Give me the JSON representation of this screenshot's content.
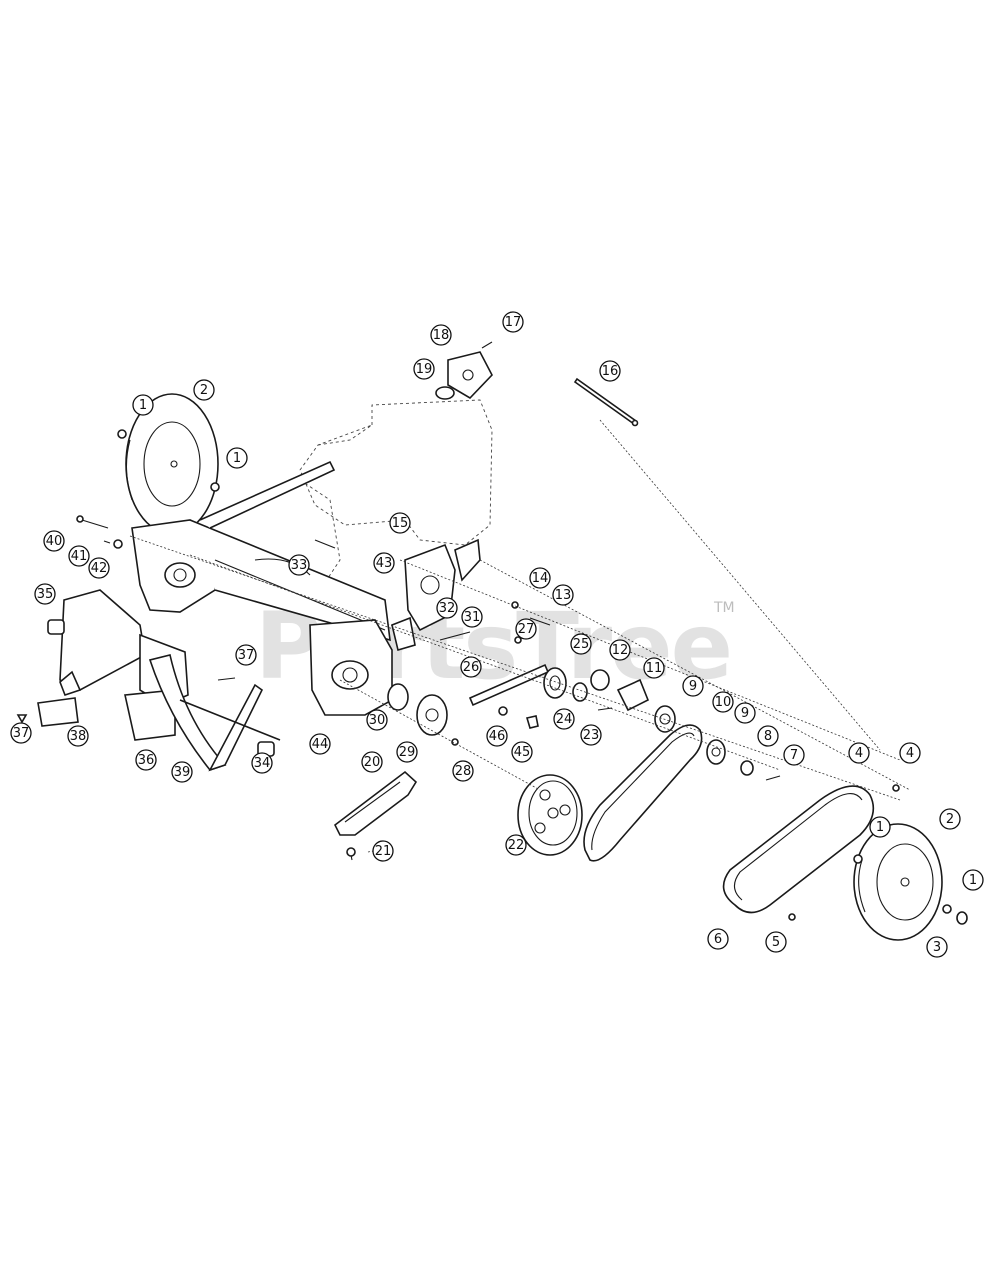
{
  "watermark": {
    "text": "PartsTree",
    "tm": "TM"
  },
  "callouts": [
    {
      "label": "1"
    },
    {
      "label": "2"
    },
    {
      "label": "1"
    },
    {
      "label": "40"
    },
    {
      "label": "41"
    },
    {
      "label": "42"
    },
    {
      "label": "35"
    },
    {
      "label": "37"
    },
    {
      "label": "38"
    },
    {
      "label": "36"
    },
    {
      "label": "39"
    },
    {
      "label": "34"
    },
    {
      "label": "37"
    },
    {
      "label": "33"
    },
    {
      "label": "43"
    },
    {
      "label": "15"
    },
    {
      "label": "32"
    },
    {
      "label": "31"
    },
    {
      "label": "44"
    },
    {
      "label": "30"
    },
    {
      "label": "29"
    },
    {
      "label": "28"
    },
    {
      "label": "18"
    },
    {
      "label": "17"
    },
    {
      "label": "19"
    },
    {
      "label": "16"
    },
    {
      "label": "14"
    },
    {
      "label": "13"
    },
    {
      "label": "27"
    },
    {
      "label": "26"
    },
    {
      "label": "25"
    },
    {
      "label": "24"
    },
    {
      "label": "23"
    },
    {
      "label": "12"
    },
    {
      "label": "11"
    },
    {
      "label": "46"
    },
    {
      "label": "45"
    },
    {
      "label": "9"
    },
    {
      "label": "10"
    },
    {
      "label": "9"
    },
    {
      "label": "8"
    },
    {
      "label": "7"
    },
    {
      "label": "4"
    },
    {
      "label": "4"
    },
    {
      "label": "20"
    },
    {
      "label": "21"
    },
    {
      "label": "22"
    },
    {
      "label": "1"
    },
    {
      "label": "2"
    },
    {
      "label": "1"
    },
    {
      "label": "3"
    },
    {
      "label": "6"
    },
    {
      "label": "5"
    }
  ]
}
